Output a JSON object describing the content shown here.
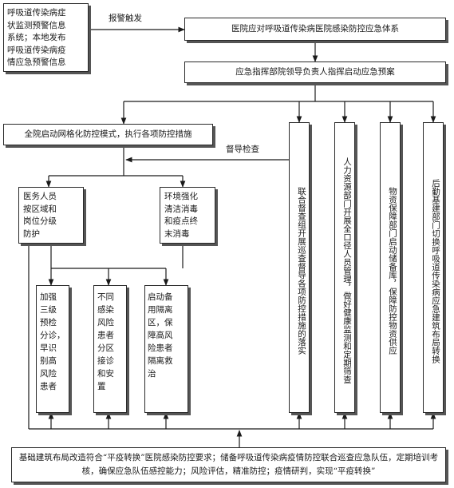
{
  "diagram": {
    "nodes": {
      "monitor_system": "呼吸道传染病症\n状监测预警信息\n系统；本地发布\n呼吸道传染病疫\n情应急预警信息",
      "hospital_system": "医院应对呼吸道传染病医院感染防控应急体系",
      "command_start": "应急指挥部院领导负责人指挥启动应急预案",
      "grid_mode": "全院启动网格化防控模式，执行各项防控措施",
      "staff_grading": "医务人员\n按区域和\n岗位分级\n防护",
      "env_disinfection": "环境强化\n清洁消毒\n和疫点终\n末消毒",
      "triage_training": "加强\n三级\n预检\n分诊，\n早识\n别高\n风险\n患者",
      "risk_zoning": "不同\n感染\n风险\n患者\n分区\n接诊\n和安\n置",
      "isolation_ward": "启动备\n用隔离\n区，保\n障高风\n险患者\n隔离救\n治",
      "joint_inspection": "联合督查组开展巡查督导各项防控措施的落实",
      "hr_department": "人力资源部门开展全口径人员管理，做好健康监测和定期筛查",
      "supplies_department": "物资保障部门启动储备库，保障防控物资供应",
      "logistics_department": "后勤基建部门切换呼吸道传染病应急建筑布局转换",
      "foundation": "基础建筑布局改造符合“平疫转换”医院感染防控要求；储备呼吸道传染病疫情防控联合巡查应急队伍，定期培训考核，确保应急队伍感控能力；风险评估，精准防控；疫情研判，实现“平疫转换”"
    },
    "edge_labels": {
      "alarm_trigger": "报警触发",
      "supervision_check": "督导检查"
    }
  }
}
